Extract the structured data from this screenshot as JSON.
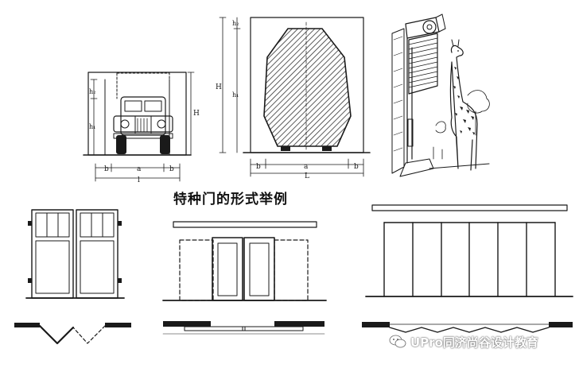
{
  "caption": "特种门的形式举例",
  "watermark": "UPro同济尚谷设计教育",
  "labels": {
    "b": "b",
    "a": "a",
    "l": "l",
    "L": "L",
    "h1": "h₁",
    "h2": "h₂",
    "H": "H"
  },
  "colors": {
    "ink": "#1a1a1a",
    "hatch": "#333333",
    "paper": "#ffffff"
  }
}
